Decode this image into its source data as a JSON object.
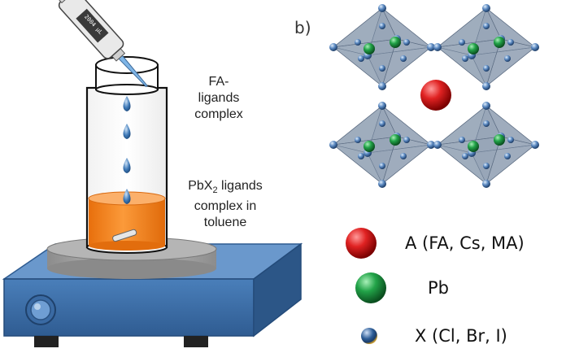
{
  "panel_b": {
    "label": "b)"
  },
  "pipette": {
    "display": "2004 μL"
  },
  "annotations": {
    "fa_ligands": [
      "FA-",
      "ligands",
      "complex"
    ],
    "pbx2_line1_prefix": "PbX",
    "pbx2_line1_sub": "2",
    "pbx2_line1_suffix": " ligands",
    "pbx2_line2": "complex in",
    "pbx2_line3": "toluene"
  },
  "legend": [
    {
      "label": "A (FA, Cs, MA)",
      "color": "#d81e1e"
    },
    {
      "label": "Pb",
      "color": "#1f9a3e"
    },
    {
      "label": "X (Cl, Br, I)",
      "color": "#2f5f9a"
    }
  ],
  "colors": {
    "solution": "#f58a1e",
    "stirrer_body": "#3d6fa8",
    "stirrer_top": "#5f8fc4",
    "plate": "#a6a6a6",
    "octahedron": "#7d8fa6"
  }
}
